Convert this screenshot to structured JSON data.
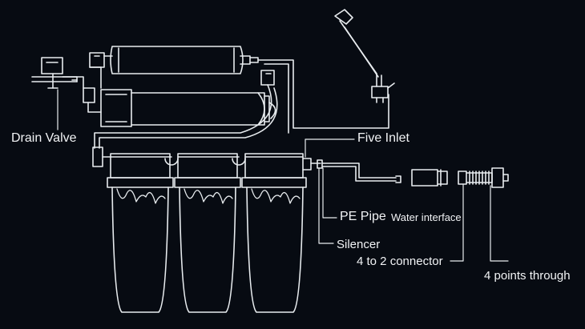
{
  "labels": {
    "drain_valve": "Drain Valve",
    "five_inlet": "Five Inlet",
    "pe_pipe": "PE Pipe",
    "water_interface": "Water interface",
    "silencer": "Silencer",
    "connector_4_to_2": "4 to 2 connector",
    "points_through_4": "4 points through"
  },
  "colors": {
    "background": "#070b12",
    "line": "#e8ecef",
    "glow": "#ffffff"
  }
}
